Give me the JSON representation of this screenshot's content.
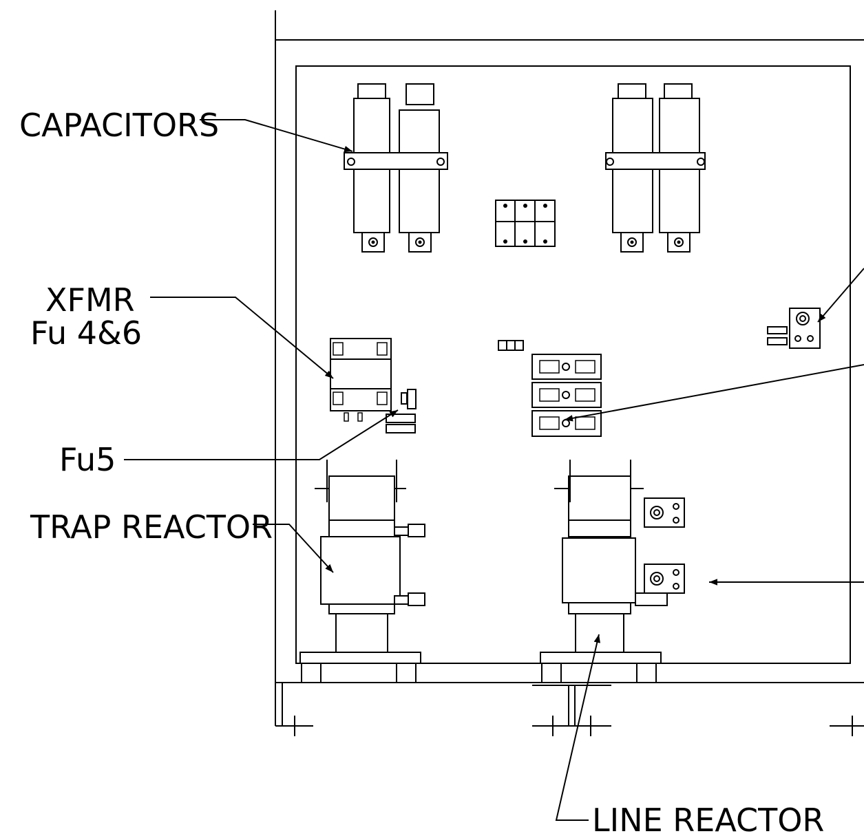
{
  "labels": {
    "capacitors": "CAPACITORS",
    "xfmr_line1": "XFMR",
    "xfmr_line2": "Fu  4&6",
    "fu5": "Fu5",
    "trap_reactor": "TRAP  REACTOR",
    "line_reactor": "LINE  REACTOR"
  }
}
